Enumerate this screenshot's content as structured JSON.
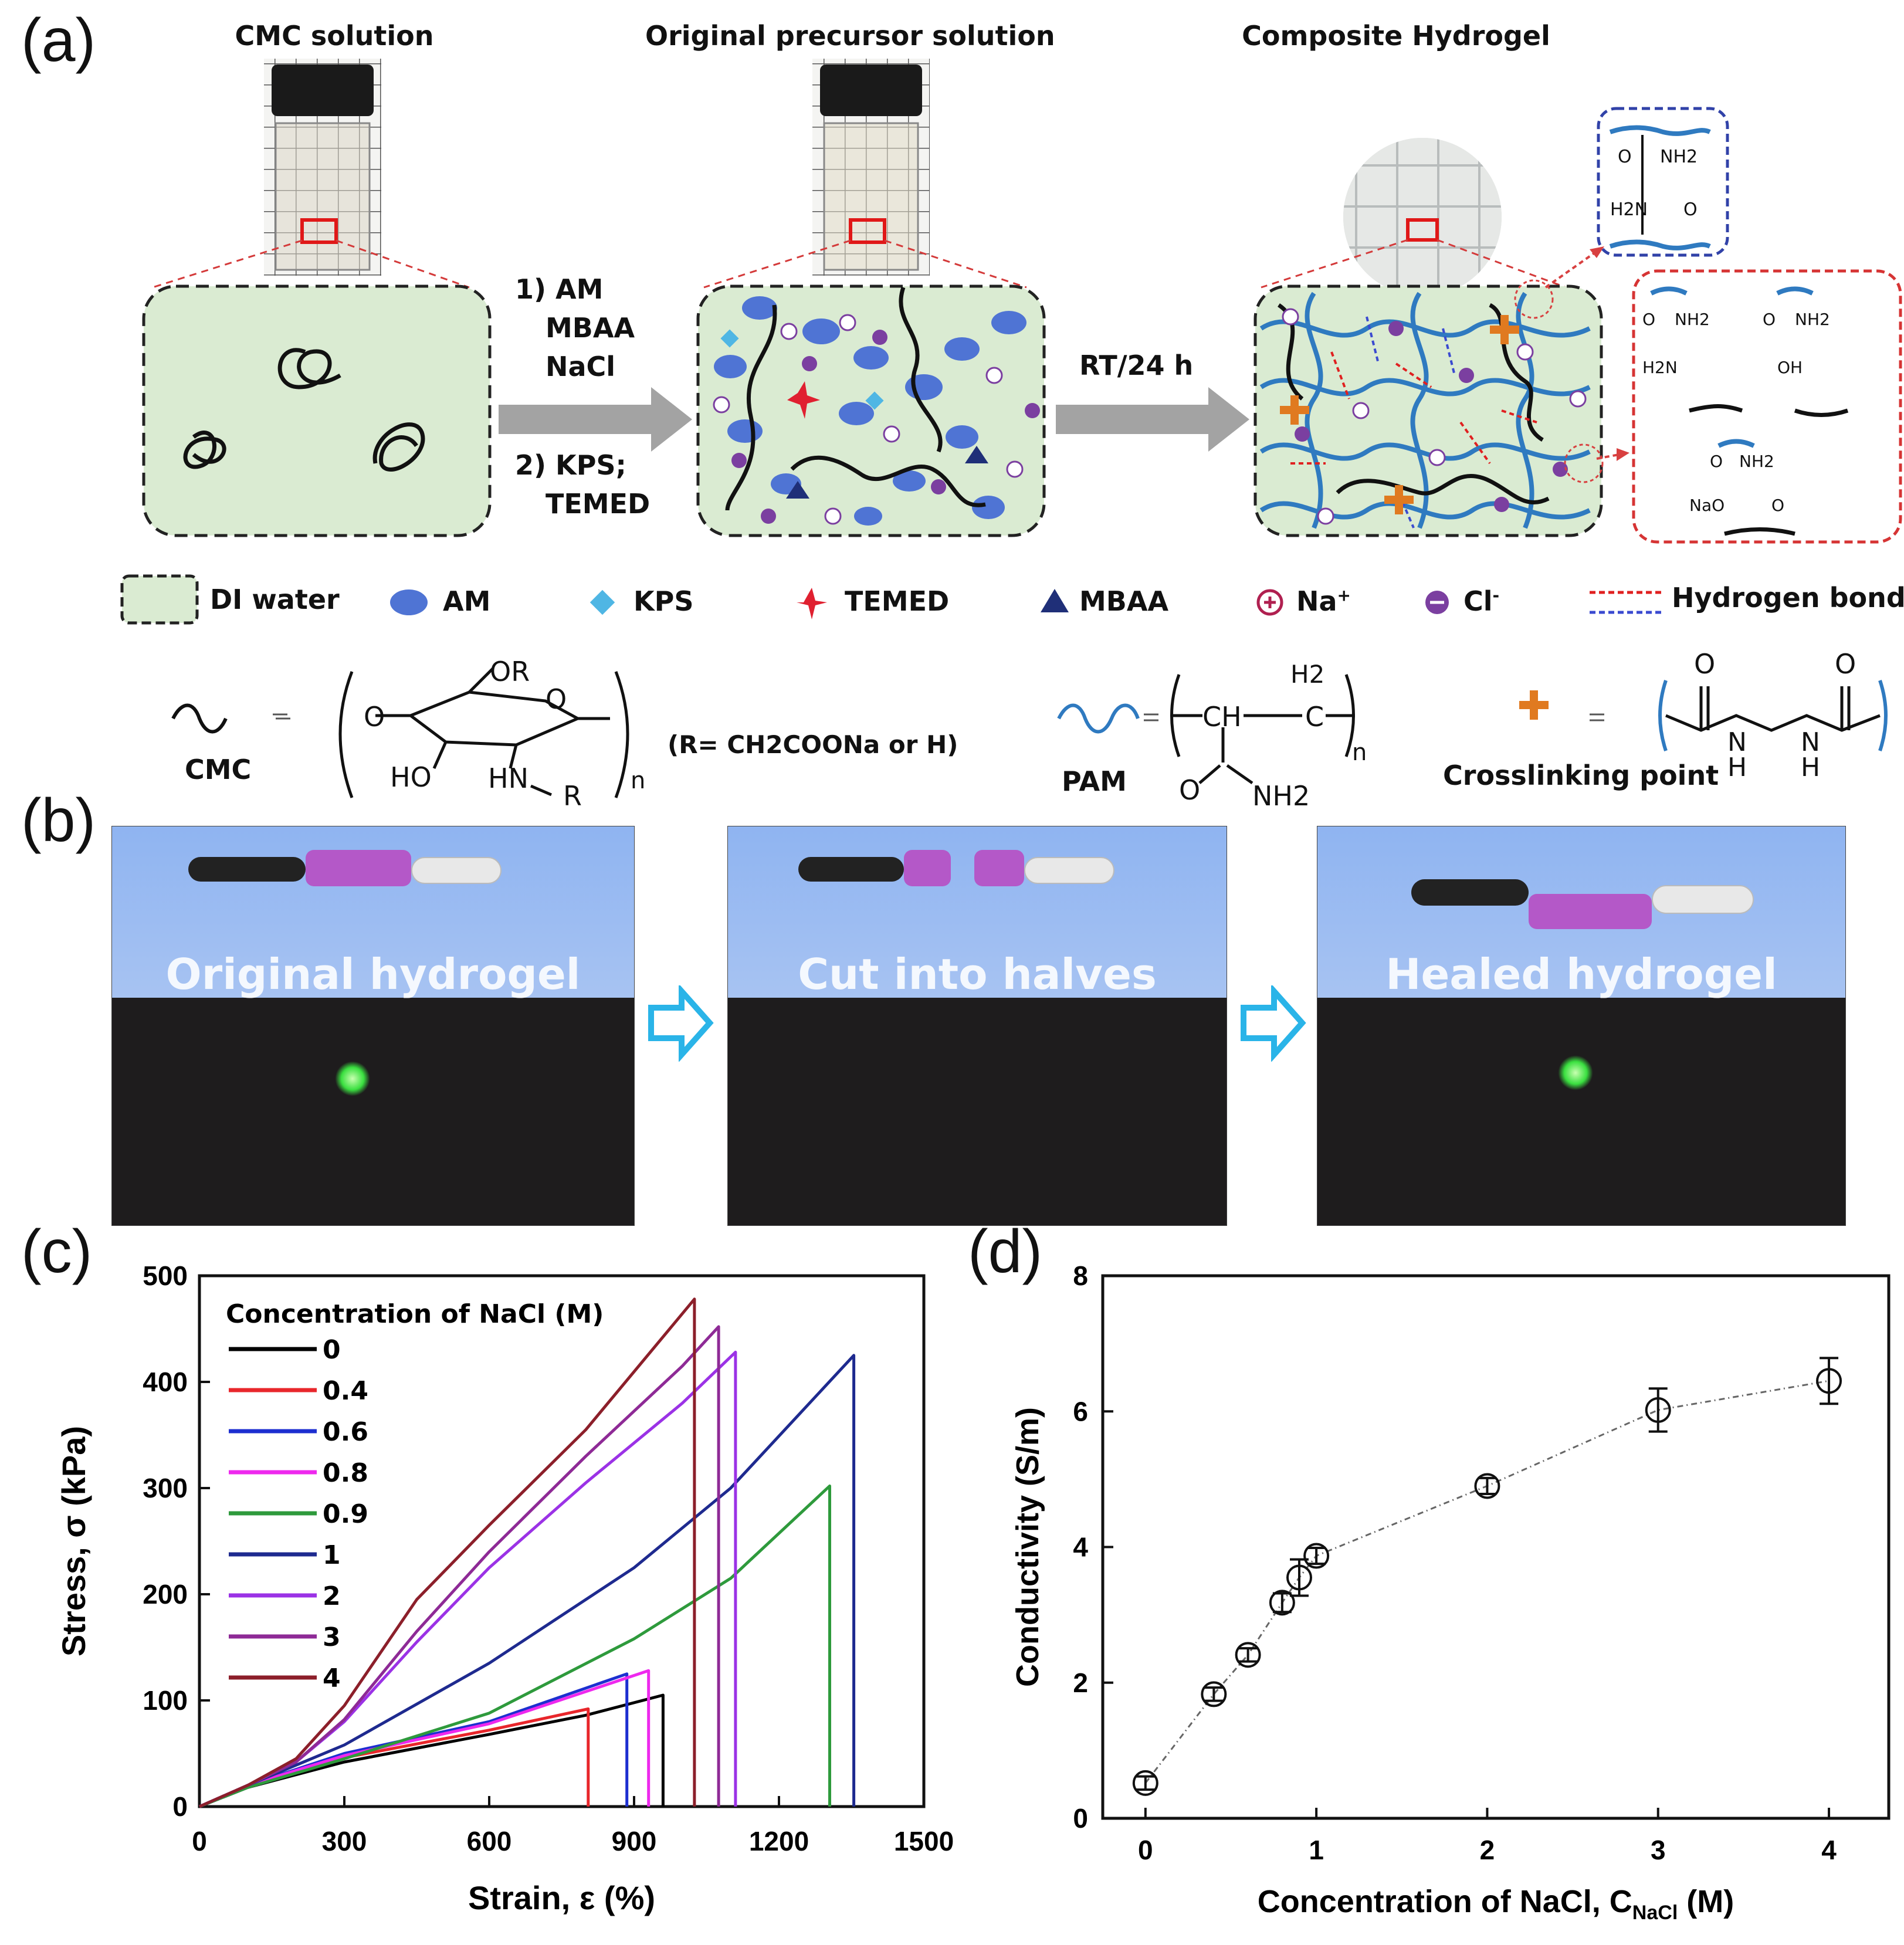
{
  "panels": {
    "a": "(a)",
    "b": "(b)",
    "c": "(c)",
    "d": "(d)"
  },
  "panel_a": {
    "headings": {
      "cmc": "CMC solution",
      "precursor": "Original precursor solution",
      "composite": "Composite Hydrogel"
    },
    "step1": {
      "l1": "1) AM",
      "l2": "MBAA",
      "l3": "NaCl",
      "l4": "2) KPS;",
      "l5": "TEMED"
    },
    "step2": "RT/24 h",
    "legend": {
      "water": "DI water",
      "am": "AM",
      "kps": "KPS",
      "temed": "TEMED",
      "mbaa": "MBAA",
      "na": "Na",
      "cl": "Cl",
      "hbond": "Hydrogen bond"
    },
    "chem": {
      "cmc_label": "CMC",
      "or": "OR",
      "o_ring": "O",
      "o_left": "O",
      "ho": "HO",
      "hn": "HN",
      "r": "R",
      "n": "n",
      "r_def": "(R= CH2COONa or H)",
      "pam_label": "PAM",
      "h2": "H2",
      "ch": "CH",
      "c": "C",
      "o": "O",
      "nh2": "NH2",
      "n2": "n",
      "cross_label": "Crosslinking point",
      "co1": "O",
      "co2": "O",
      "nh1": "N",
      "nh1h": "H",
      "nh2b": "N",
      "nh2bh": "H",
      "hb_top": {
        "o1": "O",
        "nh2a": "NH2",
        "h2n": "H2N",
        "o2": "O"
      },
      "hb_red": {
        "o1": "O",
        "nh2a": "NH2",
        "o2": "O",
        "nh2b": "NH2",
        "h2n": "H2N",
        "oh": "OH",
        "o3": "O",
        "nh2c": "NH2",
        "nao": "NaO",
        "o4": "O"
      }
    }
  },
  "panel_b": {
    "captions": [
      "Original hydrogel",
      "Cut into halves",
      "Healed hydrogel"
    ]
  },
  "chart_data": [
    {
      "type": "line",
      "legend_title": "Concentration of NaCl (M)",
      "xlabel": "Strain, ε (%)",
      "ylabel": "Stress, σ (kPa)",
      "xlim": [
        0,
        1500
      ],
      "ylim": [
        0,
        500
      ],
      "xticks": [
        0,
        300,
        600,
        900,
        1200,
        1500
      ],
      "yticks": [
        0,
        100,
        200,
        300,
        400,
        500
      ],
      "series": [
        {
          "name": "0",
          "color": "#000000",
          "break": 960,
          "points": [
            [
              0,
              0
            ],
            [
              100,
              18
            ],
            [
              300,
              42
            ],
            [
              600,
              68
            ],
            [
              800,
              86
            ],
            [
              960,
              105
            ]
          ]
        },
        {
          "name": "0.4",
          "color": "#e8262b",
          "break": 805,
          "points": [
            [
              0,
              0
            ],
            [
              100,
              20
            ],
            [
              300,
              46
            ],
            [
              600,
              72
            ],
            [
              805,
              92
            ]
          ]
        },
        {
          "name": "0.6",
          "color": "#1d2fd0",
          "break": 885,
          "points": [
            [
              0,
              0
            ],
            [
              100,
              20
            ],
            [
              300,
              50
            ],
            [
              600,
              80
            ],
            [
              885,
              125
            ]
          ]
        },
        {
          "name": "0.8",
          "color": "#ee28ee",
          "break": 930,
          "points": [
            [
              0,
              0
            ],
            [
              100,
              20
            ],
            [
              300,
              48
            ],
            [
              600,
              78
            ],
            [
              930,
              128
            ]
          ]
        },
        {
          "name": "0.9",
          "color": "#2e9a3c",
          "break": 1305,
          "points": [
            [
              0,
              0
            ],
            [
              100,
              18
            ],
            [
              300,
              45
            ],
            [
              600,
              88
            ],
            [
              900,
              158
            ],
            [
              1100,
              215
            ],
            [
              1305,
              302
            ]
          ]
        },
        {
          "name": "1",
          "color": "#1e2a8f",
          "break": 1355,
          "points": [
            [
              0,
              0
            ],
            [
              100,
              20
            ],
            [
              300,
              58
            ],
            [
              600,
              135
            ],
            [
              900,
              225
            ],
            [
              1100,
              300
            ],
            [
              1355,
              425
            ]
          ]
        },
        {
          "name": "2",
          "color": "#9b32e6",
          "break": 1110,
          "points": [
            [
              0,
              0
            ],
            [
              100,
              20
            ],
            [
              200,
              42
            ],
            [
              300,
              80
            ],
            [
              450,
              155
            ],
            [
              600,
              225
            ],
            [
              800,
              305
            ],
            [
              1000,
              380
            ],
            [
              1110,
              428
            ]
          ]
        },
        {
          "name": "3",
          "color": "#8e2a96",
          "break": 1075,
          "points": [
            [
              0,
              0
            ],
            [
              100,
              20
            ],
            [
              200,
              42
            ],
            [
              300,
              82
            ],
            [
              450,
              165
            ],
            [
              600,
              240
            ],
            [
              800,
              330
            ],
            [
              1000,
              415
            ],
            [
              1075,
              452
            ]
          ]
        },
        {
          "name": "4",
          "color": "#8c1f2a",
          "break": 1025,
          "points": [
            [
              0,
              0
            ],
            [
              100,
              20
            ],
            [
              200,
              45
            ],
            [
              300,
              95
            ],
            [
              450,
              195
            ],
            [
              600,
              265
            ],
            [
              800,
              355
            ],
            [
              1025,
              478
            ]
          ]
        }
      ]
    },
    {
      "type": "scatter",
      "xlabel": "Concentration of NaCl, C",
      "xlabel_sub": "NaCl",
      "xlabel_unit": " (M)",
      "ylabel": "Conductivity (S/m)",
      "xlim": [
        -0.25,
        4.35
      ],
      "ylim": [
        0,
        8
      ],
      "xticks": [
        0,
        1,
        2,
        3,
        4
      ],
      "yticks": [
        0,
        2,
        4,
        6,
        8
      ],
      "points": [
        {
          "x": 0,
          "y": 0.52,
          "err": 0.08
        },
        {
          "x": 0.4,
          "y": 1.83,
          "err": 0.08
        },
        {
          "x": 0.6,
          "y": 2.41,
          "err": 0.08
        },
        {
          "x": 0.8,
          "y": 3.18,
          "err": 0.12
        },
        {
          "x": 0.9,
          "y": 3.55,
          "err": 0.25
        },
        {
          "x": 1,
          "y": 3.87,
          "err": 0.1
        },
        {
          "x": 2,
          "y": 4.9,
          "err": 0.1
        },
        {
          "x": 3,
          "y": 6.02,
          "err": 0.3
        },
        {
          "x": 4,
          "y": 6.45,
          "err": 0.32
        }
      ]
    }
  ]
}
